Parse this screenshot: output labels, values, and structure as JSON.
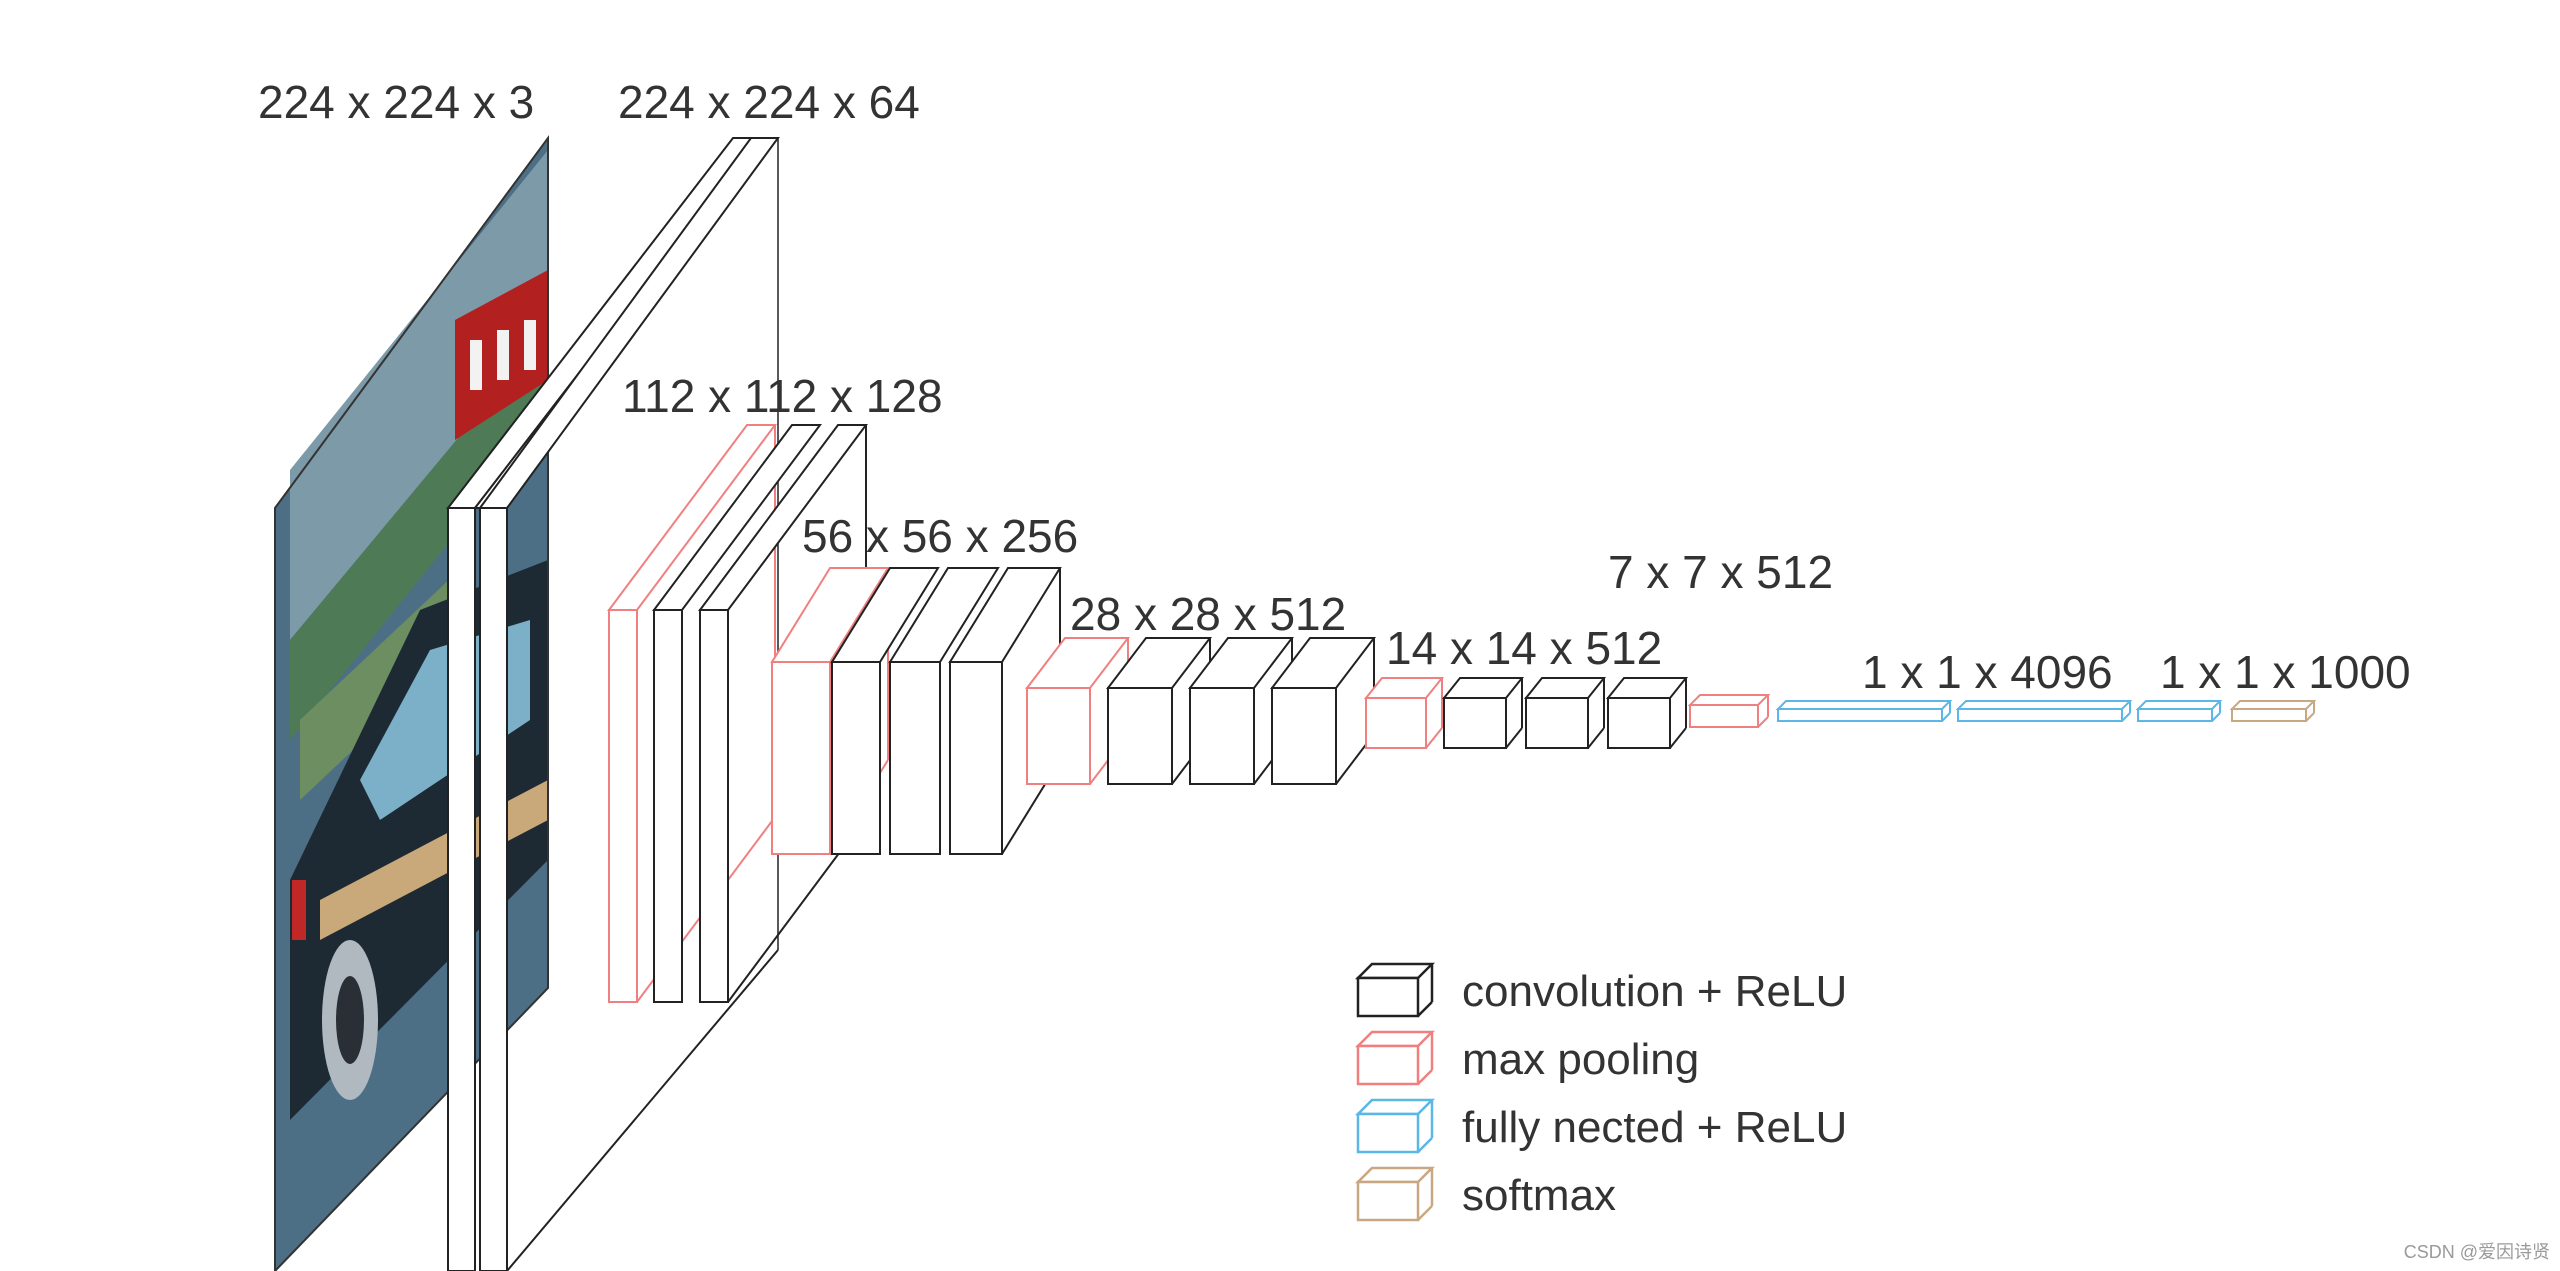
{
  "colors": {
    "conv": "#222222",
    "pool": "#f08080",
    "fc": "#5ab7e8",
    "softmax": "#c8a882",
    "label": "#333333"
  },
  "labels": {
    "input": "224 x 224 x 3",
    "conv1": "224 x 224 x 64",
    "conv2": "112 x 112 x 128",
    "conv3": "56 x 56 x 256",
    "conv4": "28 x 28 x 512",
    "conv5": "14 x 14 x 512",
    "pool5": "7 x 7 x 512",
    "fc": "1 x 1 x 4096",
    "out": "1 x 1 x 1000"
  },
  "legend": [
    {
      "key": "conv",
      "label": "convolution + ReLU"
    },
    {
      "key": "pool",
      "label": "max pooling"
    },
    {
      "key": "fc",
      "label": "fully nected + ReLU"
    },
    {
      "key": "softmax",
      "label": "softmax"
    }
  ],
  "watermark": "CSDN @爱因诗贤"
}
